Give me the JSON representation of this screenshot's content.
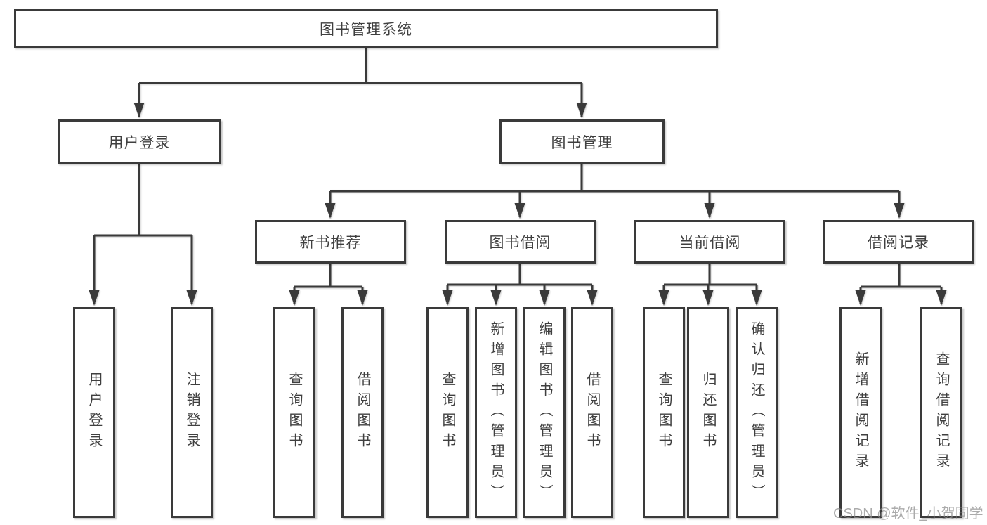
{
  "colors": {
    "line": "#3a3a3a",
    "box_border": "#3a3a3a",
    "text": "#3f3f3f",
    "background": "#ffffff",
    "watermark": "#8c8c8c"
  },
  "watermark": {
    "text": "CSDN @软件_小贺同学"
  },
  "nodes": {
    "root": "图书管理系统",
    "level1": [
      "用户登录",
      "图书管理"
    ],
    "level2": [
      "新书推荐",
      "图书借阅",
      "当前借阅",
      "借阅记录"
    ],
    "leaves_user": [
      "用户登录",
      "注销登录"
    ],
    "leaves_newbook": [
      "查询图书",
      "借阅图书"
    ],
    "leaves_borrow": [
      "查询图书",
      "新增图书（管理员）",
      "编辑图书（管理员）",
      "借阅图书"
    ],
    "leaves_current": [
      "查询图书",
      "归还图书",
      "确认归还（管理员）"
    ],
    "leaves_record": [
      "新增借阅记录",
      "查询借阅记录"
    ]
  }
}
